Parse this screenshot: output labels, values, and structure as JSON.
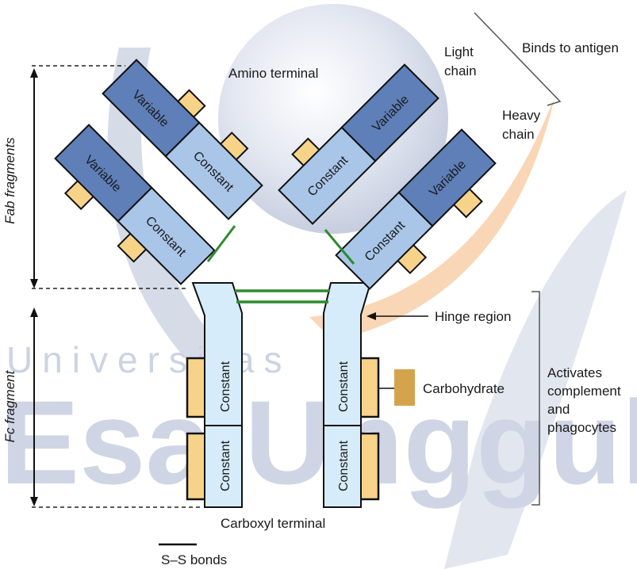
{
  "watermark": {
    "line1": "Universitas",
    "line2": "Esa Unggul"
  },
  "labels": {
    "amino_terminal": "Amino terminal",
    "light_chain_1": "Light",
    "light_chain_2": "chain",
    "binds_to_antigen": "Binds to antigen",
    "heavy_chain_1": "Heavy",
    "heavy_chain_2": "chain",
    "fab_fragments": "Fab fragments",
    "fc_fragment": "Fc fragment",
    "hinge_region": "Hinge region",
    "carbohydrate": "Carbohydrate",
    "activates_1": "Activates",
    "activates_2": "complement",
    "activates_3": "and",
    "activates_4": "phagocytes",
    "carboxyl_terminal": "Carboxyl terminal",
    "ss_bonds": "S–S bonds"
  },
  "segments": {
    "variable": "Variable",
    "constant": "Constant"
  },
  "colors": {
    "variable_fill": "#5e7fb8",
    "constant_fill": "#a9c6e8",
    "fc_fill": "#d6ecfa",
    "carbohydrate_tab": "#f7d38a",
    "carbohydrate_key": "#d4a44d",
    "disulfide": "#2e8b2e",
    "watermark_orange": "#f8d2ad",
    "watermark_blue": "#ccd3e4"
  }
}
